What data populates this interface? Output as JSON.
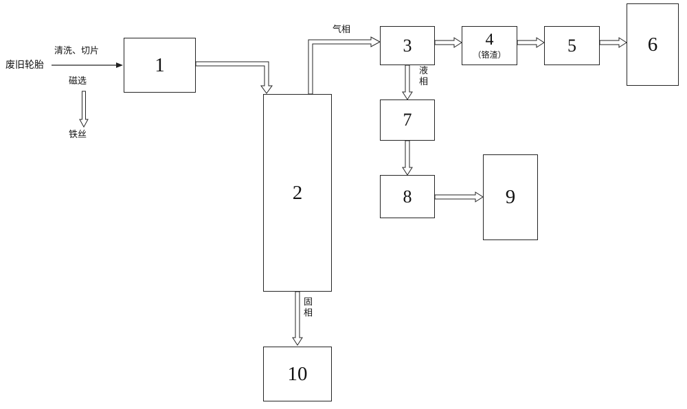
{
  "diagram": {
    "input_label": "废旧轮胎",
    "step_wash": "清洗、切片",
    "step_magnetic": "磁选",
    "output_wire": "铁丝",
    "phase_gas": "气相",
    "phase_liquid": "液相",
    "phase_solid": "固相",
    "boxes": {
      "b1": {
        "num": "1"
      },
      "b2": {
        "num": "2"
      },
      "b3": {
        "num": "3"
      },
      "b4": {
        "num": "4",
        "note": "（铬渣）"
      },
      "b5": {
        "num": "5"
      },
      "b6": {
        "num": "6"
      },
      "b7": {
        "num": "7"
      },
      "b8": {
        "num": "8"
      },
      "b9": {
        "num": "9"
      },
      "b10": {
        "num": "10"
      }
    },
    "colors": {
      "line": "#222222",
      "background": "#ffffff"
    }
  }
}
